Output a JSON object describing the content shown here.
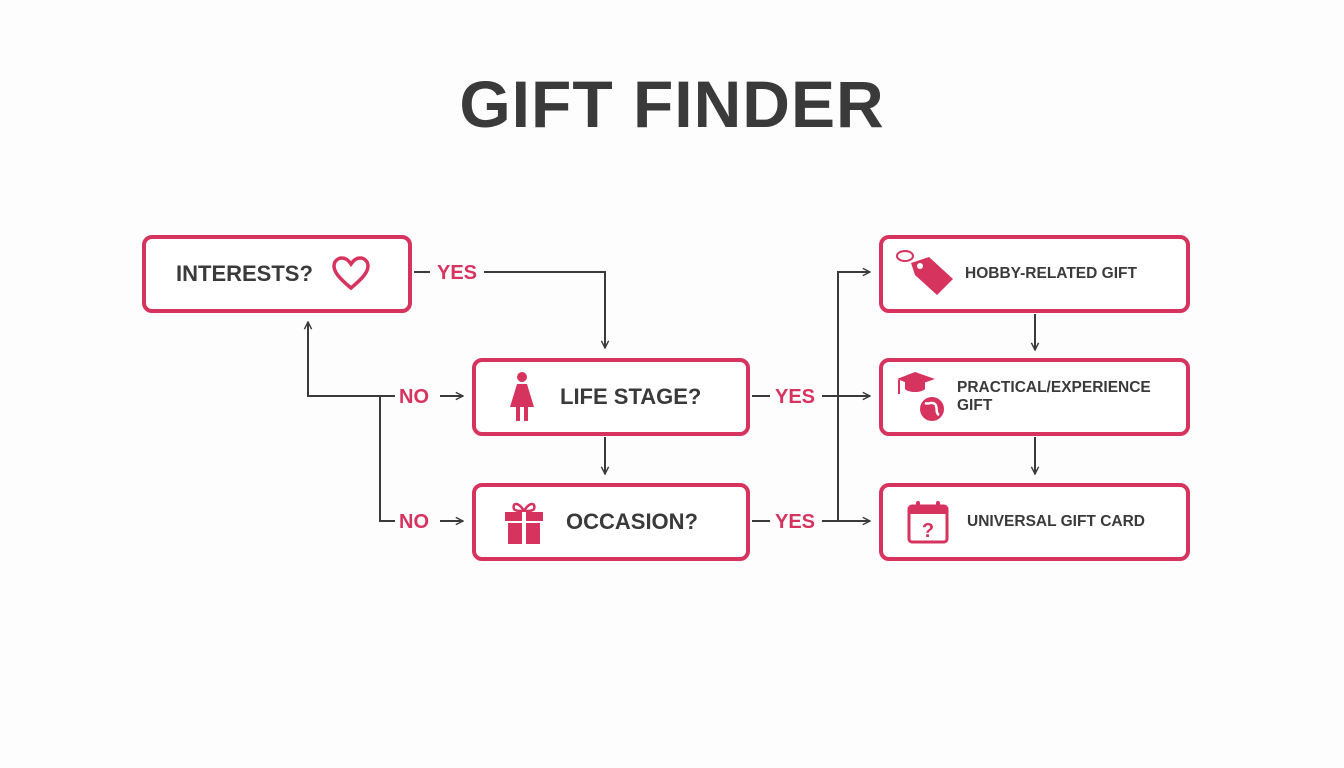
{
  "title": "GIFT FINDER",
  "colors": {
    "accent": "#d6335f",
    "text": "#3a3a3a",
    "line": "#3a3a3a"
  },
  "nodes": {
    "interests": {
      "label": "INTERESTS?",
      "icon": "heart-icon"
    },
    "life_stage": {
      "label": "LIFE STAGE?",
      "icon": "woman-icon"
    },
    "occasion": {
      "label": "OCCASION?",
      "icon": "gift-icon"
    },
    "hobby": {
      "label": "HOBBY-RELATED GIFT",
      "icon": "tag-icon"
    },
    "practical": {
      "label": "PRACTICAL/EXPERIENCE GIFT",
      "icon": "graduation-cap-globe-icon"
    },
    "universal": {
      "label": "UNIVERSAL GIFT CARD",
      "icon": "calendar-question-icon"
    }
  },
  "edges": {
    "interests_yes": "YES",
    "life_stage_no": "NO",
    "occasion_no": "NO",
    "life_stage_yes": "YES",
    "occasion_yes": "YES"
  }
}
